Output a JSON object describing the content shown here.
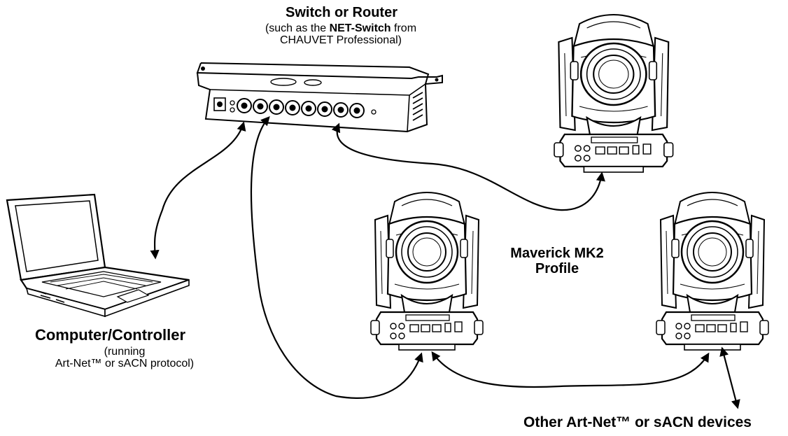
{
  "switch": {
    "title": "Switch or Router",
    "subtitle_prefix": "(such as the ",
    "subtitle_product": "NET-Switch",
    "subtitle_suffix": " from",
    "subtitle_line2": "CHAUVET Professional)"
  },
  "fixture": {
    "line1": "Maverick MK2",
    "line2": "Profile"
  },
  "computer": {
    "title": "Computer/Controller",
    "sub_line1": "(running",
    "sub_line2": "Art-Net™ or sACN protocol)"
  },
  "other_devices": {
    "label": "Other Art-Net™ or sACN devices"
  }
}
